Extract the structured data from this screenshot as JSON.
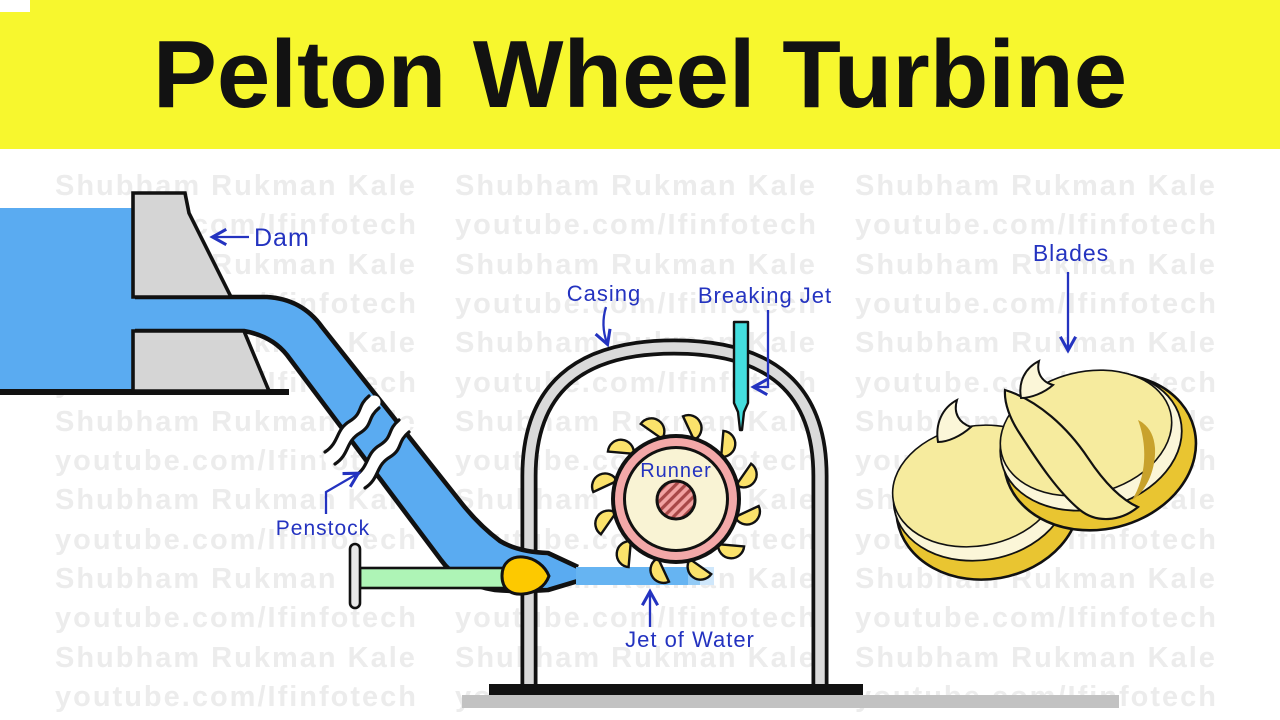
{
  "title": "Pelton Wheel Turbine",
  "watermark": {
    "line1": "Shubham Rukman Kale",
    "line2": "youtube.com/Ifinfotech"
  },
  "labels": {
    "dam": "Dam",
    "casing": "Casing",
    "breaking_jet": "Breaking Jet",
    "runner": "Runner",
    "penstock": "Penstock",
    "jet_of_water": "Jet of Water",
    "blades": "Blades"
  },
  "colors": {
    "banner_yellow": "#f7f72e",
    "title_black": "#121212",
    "label_blue": "#2433c0",
    "water_blue": "#5aabf1",
    "jet_blue": "#66b4f2",
    "jet_fade1": "#93cbf6",
    "jet_fade2": "#cfe7fb",
    "casing_gray": "#dadada",
    "dam_gray": "#d5d5d5",
    "ground_gray": "#c2c2c2",
    "rod_green": "#aef4b6",
    "spear_gold": "#fdc900",
    "handle_gray": "#e8e8e8",
    "breaking_jet_cyan": "#44dede",
    "runner_ring_pink": "#f3a8a8",
    "runner_face_cream": "#f9f3d4",
    "hub_pink": "#f2a2a2",
    "hub_stripe": "#a84848",
    "bucket_yellow": "#fbe26b",
    "blade_gold": "#e9c531",
    "blade_inner": "#f6eb9e",
    "blade_rim_cream": "#fbf6d8",
    "blade_shadow": "#c8a22c",
    "watermark_gray": "#ececec"
  }
}
